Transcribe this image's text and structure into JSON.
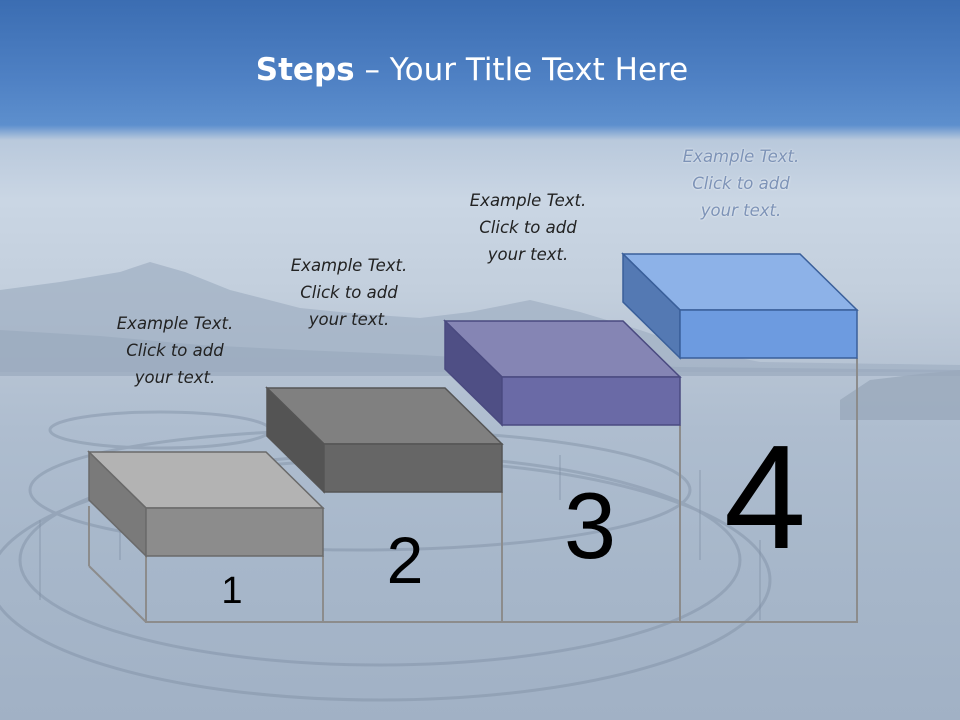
{
  "slide": {
    "title_bold": "Steps",
    "title_rest": " – Your Title Text Here"
  },
  "steps": [
    {
      "number": "1",
      "caption": [
        "Example Text.",
        "Click  to add",
        "your text."
      ],
      "color": "#8c8c8c"
    },
    {
      "number": "2",
      "caption": [
        "Example Text.",
        "Click  to add",
        "your text."
      ],
      "color": "#666666"
    },
    {
      "number": "3",
      "caption": [
        "Example Text.",
        "Click  to add",
        "your text."
      ],
      "color": "#6a6aa6"
    },
    {
      "number": "4",
      "caption": [
        "Example Text.",
        "Click  to add",
        "your text."
      ],
      "color": "#6d9be0"
    }
  ]
}
